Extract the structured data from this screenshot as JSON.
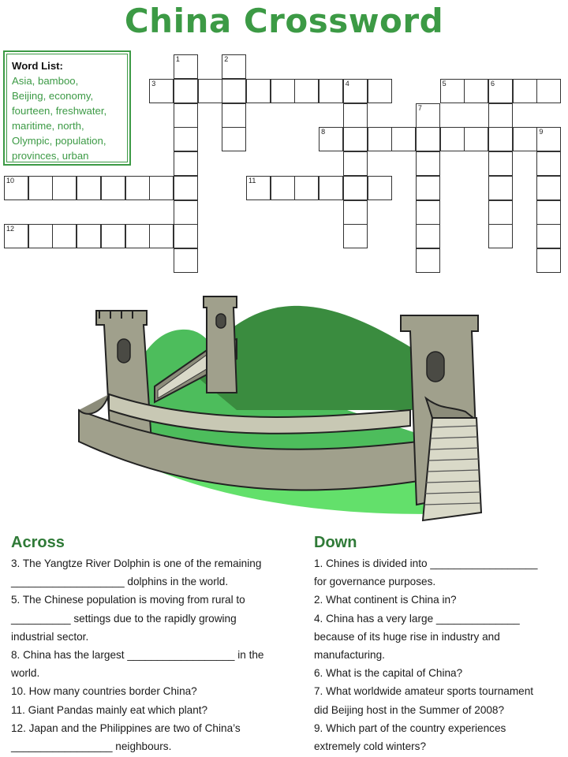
{
  "title": "China Crossword",
  "word_list": {
    "label": "Word List:",
    "lines": [
      "Asia, bamboo,",
      "Beijing, economy,",
      "fourteen, freshwater,",
      "maritime, north,",
      "Olympic, population,",
      "provinces, urban"
    ]
  },
  "grid_numbers": [
    "1",
    "2",
    "3",
    "4",
    "5",
    "6",
    "7",
    "8",
    "9",
    "10",
    "11",
    "12"
  ],
  "across": {
    "heading": "Across",
    "lines": [
      "3. The Yangtze River Dolphin is one of the remaining",
      "___________________ dolphins in the world.",
      "5. The Chinese population is moving from rural to",
      "__________ settings due to the rapidly growing",
      "industrial sector.",
      "8. China has the largest __________________ in the",
      "world.",
      "10. How many countries border China?",
      "11. Giant Pandas mainly eat which plant?",
      "12. Japan and the Philippines are two of China’s",
      "_________________ neighbours."
    ]
  },
  "down": {
    "heading": "Down",
    "lines": [
      "1. Chines is divided into __________________",
      "for governance purposes.",
      "2. What continent is China in?",
      "4. China has a very large ______________",
      "because of its huge rise in industry and",
      "manufacturing.",
      "6. What is the capital of China?",
      "7. What worldwide amateur sports tournament",
      "did Beijing host in the Summer of 2008?",
      "9. Which part of the country experiences",
      "extremely cold winters?"
    ]
  }
}
